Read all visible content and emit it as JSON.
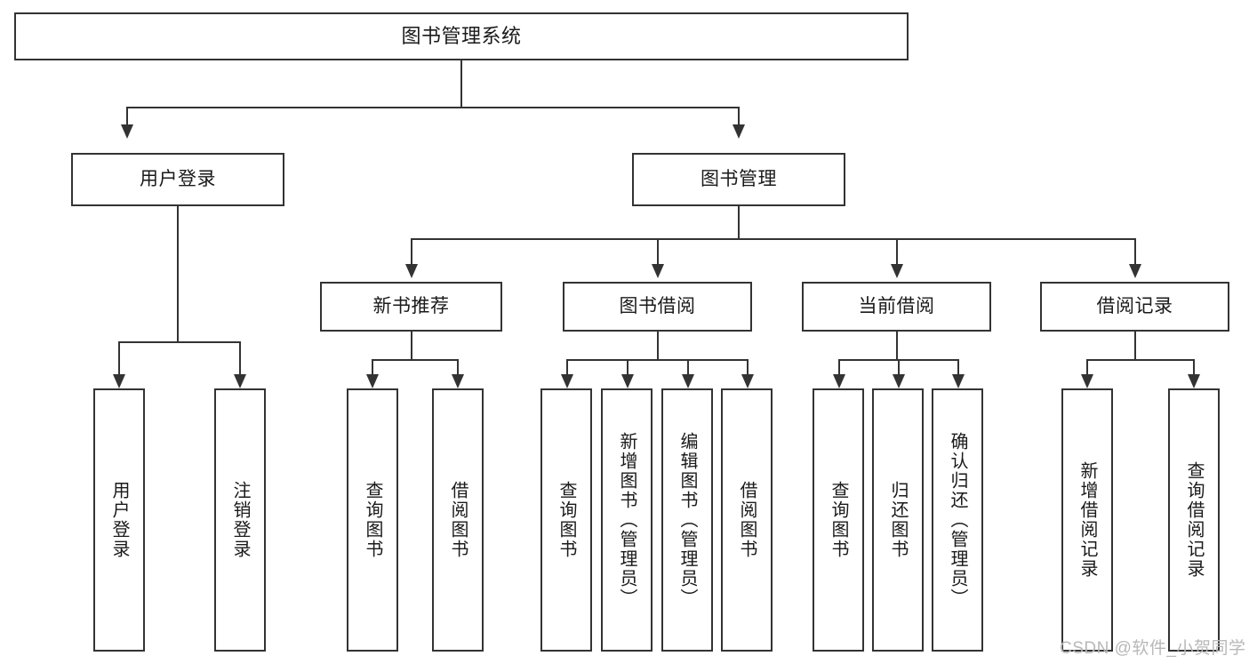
{
  "diagram": {
    "type": "tree-hierarchy-chart",
    "title": "图书管理系统",
    "line_color": "#333333",
    "box_fill": "#ffffff",
    "text_color": "#1a1a1a",
    "watermark": "CSDN @软件_小贺同学",
    "levels": {
      "level1": [
        {
          "id": "root",
          "label": "图书管理系统"
        }
      ],
      "level2": [
        {
          "id": "user-login",
          "label": "用户登录",
          "parent": "root"
        },
        {
          "id": "book-manage",
          "label": "图书管理",
          "parent": "root"
        }
      ],
      "level3": [
        {
          "id": "new-book-rec",
          "label": "新书推荐",
          "parent": "book-manage"
        },
        {
          "id": "book-borrow",
          "label": "图书借阅",
          "parent": "book-manage"
        },
        {
          "id": "current-borrow",
          "label": "当前借阅",
          "parent": "book-manage"
        },
        {
          "id": "borrow-record",
          "label": "借阅记录",
          "parent": "book-manage"
        }
      ],
      "leaves": [
        {
          "id": "leaf-user-login",
          "label": "用户登录",
          "parent": "user-login"
        },
        {
          "id": "leaf-logout",
          "label": "注销登录",
          "parent": "user-login"
        },
        {
          "id": "leaf-query-book-1",
          "label": "查询图书",
          "parent": "new-book-rec"
        },
        {
          "id": "leaf-borrow-book-1",
          "label": "借阅图书",
          "parent": "new-book-rec"
        },
        {
          "id": "leaf-query-book-2",
          "label": "查询图书",
          "parent": "book-borrow"
        },
        {
          "id": "leaf-add-book",
          "label": "新增图书（管理员）",
          "parent": "book-borrow"
        },
        {
          "id": "leaf-edit-book",
          "label": "编辑图书（管理员）",
          "parent": "book-borrow"
        },
        {
          "id": "leaf-borrow-book-2",
          "label": "借阅图书",
          "parent": "book-borrow"
        },
        {
          "id": "leaf-query-book-3",
          "label": "查询图书",
          "parent": "current-borrow"
        },
        {
          "id": "leaf-return-book",
          "label": "归还图书",
          "parent": "current-borrow"
        },
        {
          "id": "leaf-confirm-return",
          "label": "确认归还（管理员）",
          "parent": "current-borrow"
        },
        {
          "id": "leaf-add-record",
          "label": "新增借阅记录",
          "parent": "borrow-record"
        },
        {
          "id": "leaf-query-record",
          "label": "查询借阅记录",
          "parent": "borrow-record"
        }
      ]
    }
  }
}
